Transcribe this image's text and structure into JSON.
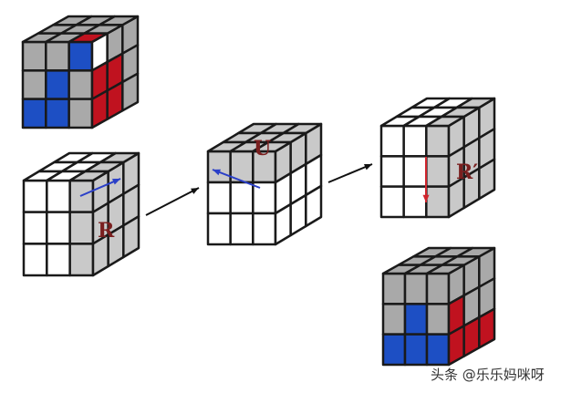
{
  "colors": {
    "gray": "#a9a9a9",
    "white": "#ffffff",
    "blue": "#1d4fc4",
    "red": "#c0121f",
    "highlight": "#c9c9c9",
    "edge": "#1a1a1a",
    "label": "#7a1f1f",
    "arrow_blue": "#2a3fc8",
    "arrow_red": "#d0242c"
  },
  "cubes": [
    {
      "name": "start-state",
      "front": [
        "g",
        "g",
        "b",
        "g",
        "b",
        "g",
        "b",
        "b",
        "g"
      ],
      "right": [
        "w",
        "g",
        "g",
        "r",
        "r",
        "g",
        "r",
        "r",
        "g"
      ],
      "top": [
        "g",
        "g",
        "g",
        "g",
        "g",
        "g",
        "g",
        "g",
        "r"
      ]
    },
    {
      "name": "move-r",
      "label": "R",
      "front": [
        "w",
        "w",
        "h",
        "w",
        "w",
        "h",
        "w",
        "w",
        "h"
      ],
      "right": [
        "h",
        "h",
        "h",
        "h",
        "h",
        "h",
        "h",
        "h",
        "h"
      ],
      "top": [
        "w",
        "w",
        "h",
        "w",
        "w",
        "h",
        "w",
        "w",
        "h"
      ]
    },
    {
      "name": "move-u",
      "label": "U",
      "front": [
        "h",
        "h",
        "h",
        "w",
        "w",
        "w",
        "w",
        "w",
        "w"
      ],
      "right": [
        "h",
        "h",
        "h",
        "w",
        "w",
        "w",
        "w",
        "w",
        "w"
      ],
      "top": [
        "h",
        "h",
        "h",
        "h",
        "h",
        "h",
        "h",
        "h",
        "h"
      ]
    },
    {
      "name": "move-r-prime",
      "label": "R′",
      "front": [
        "w",
        "w",
        "h",
        "w",
        "w",
        "h",
        "w",
        "w",
        "h"
      ],
      "right": [
        "h",
        "h",
        "h",
        "h",
        "h",
        "h",
        "h",
        "h",
        "h"
      ],
      "top": [
        "w",
        "w",
        "h",
        "w",
        "w",
        "h",
        "w",
        "w",
        "h"
      ]
    },
    {
      "name": "end-state",
      "front": [
        "g",
        "g",
        "g",
        "g",
        "b",
        "g",
        "b",
        "b",
        "b"
      ],
      "right": [
        "g",
        "g",
        "g",
        "r",
        "g",
        "g",
        "r",
        "r",
        "r"
      ],
      "top": [
        "g",
        "g",
        "g",
        "g",
        "g",
        "g",
        "g",
        "g",
        "g"
      ]
    }
  ],
  "watermark": "头条 @乐乐妈咪呀"
}
